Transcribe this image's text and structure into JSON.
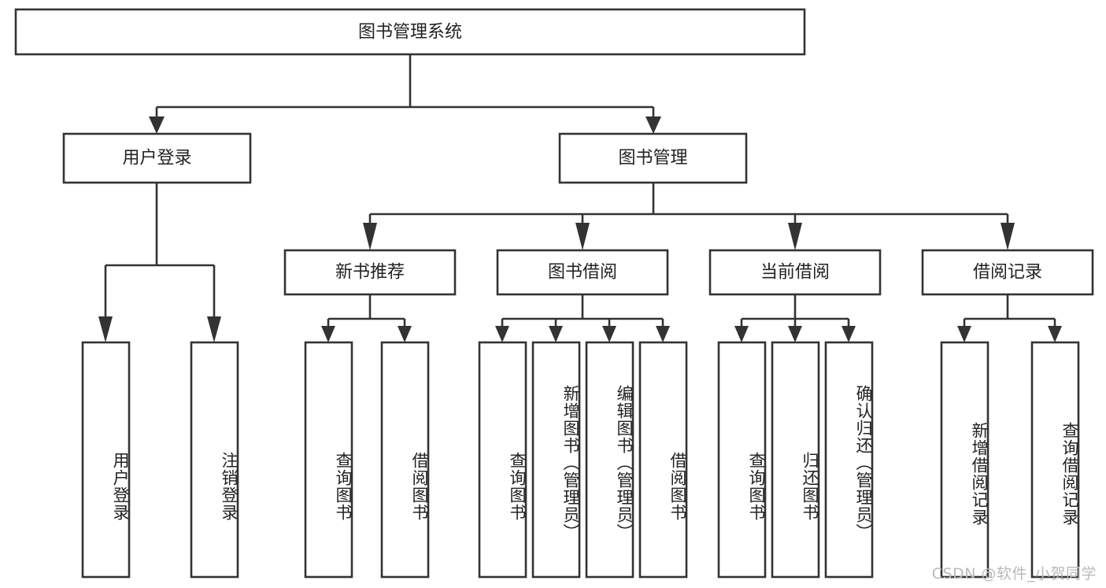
{
  "diagram": {
    "type": "tree",
    "title": "图书管理系统",
    "root": {
      "id": "root",
      "label": "图书管理系统"
    },
    "level2": [
      {
        "id": "user-login",
        "label": "用户登录"
      },
      {
        "id": "book-manage",
        "label": "图书管理"
      }
    ],
    "level3": [
      {
        "id": "new-book-rec",
        "label": "新书推荐",
        "parent": "book-manage"
      },
      {
        "id": "book-borrow",
        "label": "图书借阅",
        "parent": "book-manage"
      },
      {
        "id": "current-borrow",
        "label": "当前借阅",
        "parent": "book-manage"
      },
      {
        "id": "borrow-record",
        "label": "借阅记录",
        "parent": "book-manage"
      }
    ],
    "leaves": [
      {
        "id": "leaf-user-login",
        "label": "用户登录",
        "parent": "user-login"
      },
      {
        "id": "leaf-user-logout",
        "label": "注销登录",
        "parent": "user-login"
      },
      {
        "id": "leaf-rec-query",
        "label": "查询图书",
        "parent": "new-book-rec"
      },
      {
        "id": "leaf-rec-borrow",
        "label": "借阅图书",
        "parent": "new-book-rec"
      },
      {
        "id": "leaf-borrow-query",
        "label": "查询图书",
        "parent": "book-borrow"
      },
      {
        "id": "leaf-borrow-add",
        "label": "新增图书（管理员）",
        "parent": "book-borrow"
      },
      {
        "id": "leaf-borrow-edit",
        "label": "编辑图书（管理员）",
        "parent": "book-borrow"
      },
      {
        "id": "leaf-borrow-do",
        "label": "借阅图书",
        "parent": "book-borrow"
      },
      {
        "id": "leaf-cur-query",
        "label": "查询图书",
        "parent": "current-borrow"
      },
      {
        "id": "leaf-cur-return",
        "label": "归还图书",
        "parent": "current-borrow"
      },
      {
        "id": "leaf-cur-confirm",
        "label": "确认归还（管理员）",
        "parent": "current-borrow"
      },
      {
        "id": "leaf-rec-add",
        "label": "新增借阅记录",
        "parent": "borrow-record"
      },
      {
        "id": "leaf-rec-search",
        "label": "查询借阅记录",
        "parent": "borrow-record"
      }
    ]
  },
  "colors": {
    "stroke": "#333333",
    "fill": "#ffffff",
    "text": "#222222",
    "watermark": "#b9b9b9"
  },
  "watermark": {
    "text": "CSDN @软件_小贺同学"
  }
}
